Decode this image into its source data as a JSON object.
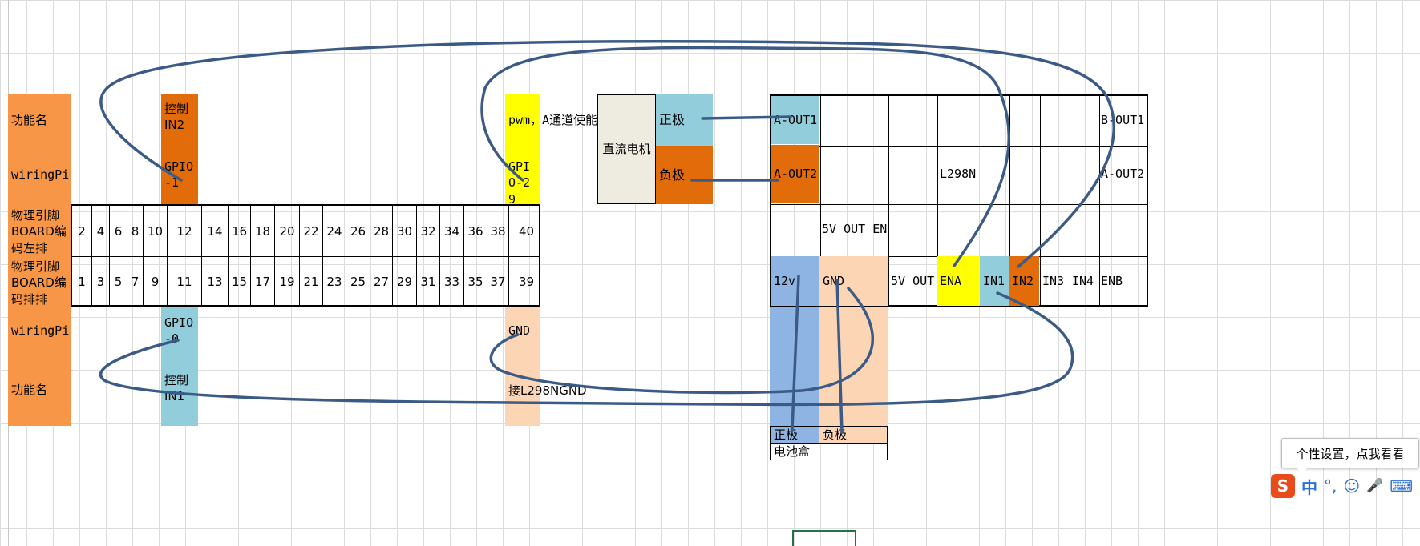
{
  "left_labels": {
    "func_top": "功能名",
    "wiringpi_top": "wiringPi",
    "board_left": "物理引脚BOARD编码左排",
    "board_right": "物理引脚BOARD编码排排",
    "wiringpi_bottom": "wiringPi",
    "func_bottom": "功能名"
  },
  "pi_header": {
    "top_row": [
      "2",
      "4",
      "6",
      "8",
      "10",
      "12",
      "14",
      "16",
      "18",
      "20",
      "22",
      "24",
      "26",
      "28",
      "30",
      "32",
      "34",
      "36",
      "38",
      "40"
    ],
    "bottom_row": [
      "1",
      "3",
      "5",
      "7",
      "9",
      "11",
      "13",
      "15",
      "17",
      "19",
      "21",
      "23",
      "25",
      "27",
      "29",
      "31",
      "33",
      "35",
      "37",
      "39"
    ]
  },
  "pin12": {
    "func": "控制IN2",
    "wiringpi": "GPIO-1"
  },
  "pin40": {
    "func": "pwm，A通道使能",
    "wiringpi": "GPIO-29"
  },
  "pin11": {
    "wiringpi": "GPIO-0",
    "func": "控制IN1"
  },
  "pin39": {
    "wiringpi": "GND",
    "func": "接L298NGND"
  },
  "motor": {
    "name": "直流电机",
    "positive": "正极",
    "negative": "负极"
  },
  "l298n": {
    "a_out1": "A-OUT1",
    "a_out2": "A-OUT2",
    "b_out1": "B-OUT1",
    "b_out2": "A-OUT2",
    "chip": "L298N",
    "v5_en": "5V OUT EN",
    "v12": "12v",
    "gnd": "GND",
    "v5_out": "5V OUT",
    "ena": "ENA",
    "in1": "IN1",
    "in2": "IN2",
    "in3": "IN3",
    "in4": "IN4",
    "enb": "ENB"
  },
  "battery": {
    "positive": "正极",
    "negative": "负极",
    "label": "电池盒"
  },
  "overlay": {
    "tooltip": "个性设置，点我看看",
    "ime_logo": "S",
    "ime_lang": "中",
    "ime_punct": "°,",
    "ime_emoji": "☺",
    "ime_mic": "🎤",
    "ime_kbd": "⌨"
  },
  "colors": {
    "orange": "#f79646",
    "dark_orange": "#e26b0a",
    "light_blue": "#92cddc",
    "yellow": "#ffff00",
    "peach": "#fcd5b4",
    "medium_blue": "#8db4e2",
    "wire": "#3b5b86"
  }
}
